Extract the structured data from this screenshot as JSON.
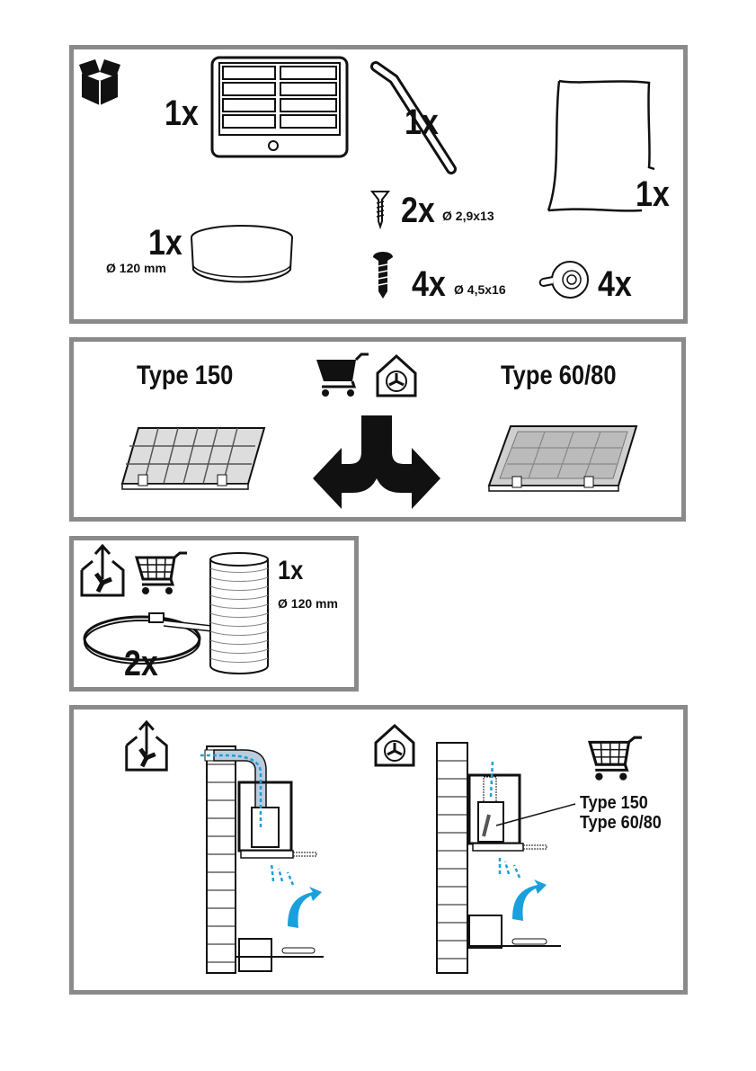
{
  "contents_panel": {
    "filter_grille": {
      "qty": "1x"
    },
    "allen_key": {
      "qty": "1x"
    },
    "manual_sheet": {
      "qty": "1x"
    },
    "screw_small": {
      "qty": "2x",
      "size": "Ø 2,9x13"
    },
    "duct_ring": {
      "qty": "1x",
      "diameter": "Ø 120 mm"
    },
    "screw_large": {
      "qty": "4x",
      "size": "Ø 4,5x16"
    },
    "anchor": {
      "qty": "4x"
    }
  },
  "filter_panel": {
    "left_label": "Type 150",
    "right_label": "Type 60/80"
  },
  "accessory_panel": {
    "hose": {
      "qty": "1x",
      "diameter": "Ø 120 mm"
    },
    "clamp": {
      "qty": "2x"
    }
  },
  "install_panel": {
    "recirc_label_1": "Type 150",
    "recirc_label_2": "Type 60/80"
  },
  "colors": {
    "frame": "#8a8a8a",
    "airflow": "#1aa0dc"
  }
}
